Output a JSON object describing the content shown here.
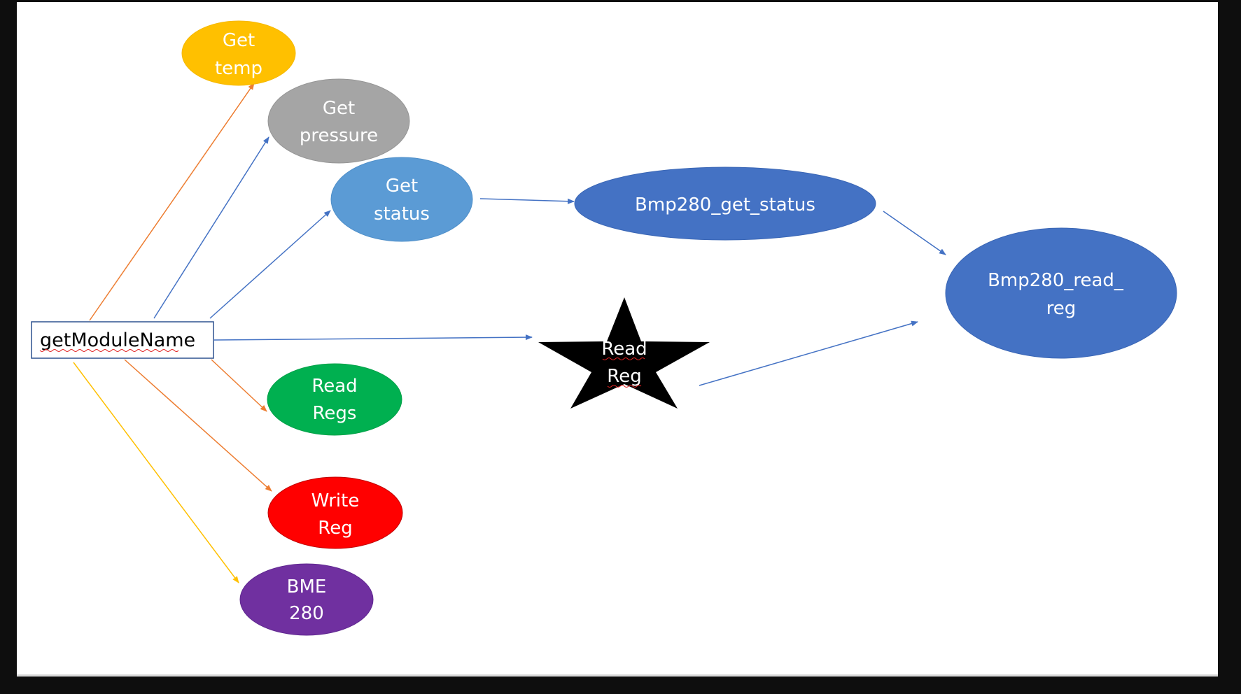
{
  "root": {
    "label": "getModuleName"
  },
  "nodes": {
    "get_temp": {
      "line1": "Get",
      "line2": "temp"
    },
    "get_pressure": {
      "line1": "Get",
      "line2": "pressure"
    },
    "get_status": {
      "line1": "Get",
      "line2": "status"
    },
    "read_regs": {
      "line1": "Read",
      "line2": "Regs"
    },
    "write_reg": {
      "line1": "Write",
      "line2": "Reg"
    },
    "bme280": {
      "line1": "BME",
      "line2": "280"
    },
    "bmp280_get_status": {
      "line1": "Bmp280_get_status"
    },
    "bmp280_read_reg": {
      "line1": "Bmp280_read_",
      "line2": "reg"
    },
    "read_reg_star": {
      "line1": "Read",
      "line2": "Reg"
    }
  },
  "colors": {
    "get_temp": "#ffc000",
    "get_pressure": "#a5a5a5",
    "get_status": "#5b9bd5",
    "read_regs": "#00b050",
    "write_reg": "#ff0000",
    "bme280": "#7030a0",
    "bmp280": "#4472c4",
    "star": "#000000",
    "arrow_blue": "#4472c4",
    "arrow_orange": "#ed7d31",
    "arrow_yellow": "#ffc000"
  }
}
